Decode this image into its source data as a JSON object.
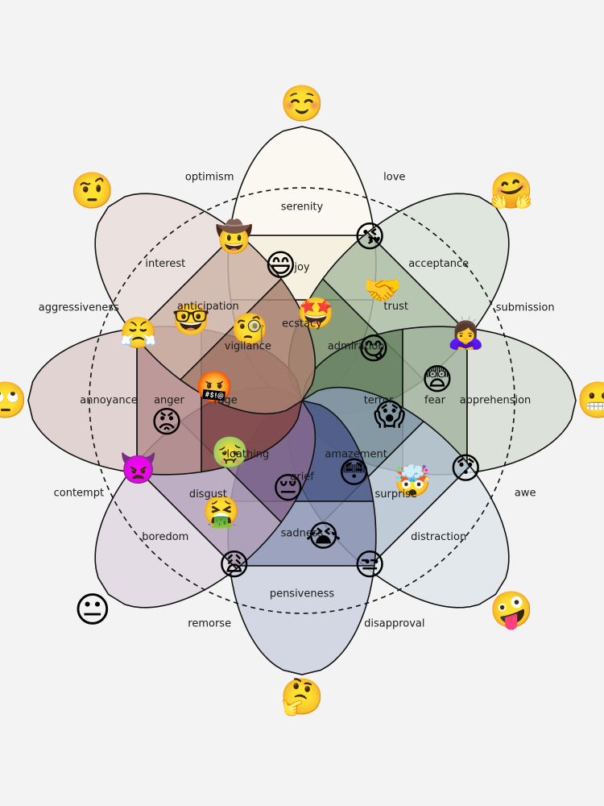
{
  "colors": {
    "background": "#f3f3f3",
    "joy": "#efe6c8",
    "trust": "#7e9a74",
    "fear": "#6f8a6a",
    "surprise": "#8da2b6",
    "sadness": "#4c5b8c",
    "disgust": "#8c6f95",
    "anger": "#8a4a48",
    "anticipation": "#b08776",
    "outline": "#111111"
  },
  "petals": [
    {
      "key": "joy",
      "emoji": "emoji-relieved",
      "labels": {
        "outer": "serenity",
        "mid": "joy",
        "inner": "ecstacy"
      }
    },
    {
      "key": "trust",
      "emoji": "emoji-hugging",
      "labels": {
        "outer": "acceptance",
        "mid": "trust",
        "inner": "admiration"
      }
    },
    {
      "key": "fear",
      "emoji": "emoji-grimacing",
      "labels": {
        "outer": "apprehension",
        "mid": "fear",
        "inner": "terror"
      }
    },
    {
      "key": "surprise",
      "emoji": "emoji-zany",
      "labels": {
        "outer": "distraction",
        "mid": "surprise",
        "inner": "amazement"
      }
    },
    {
      "key": "sadness",
      "emoji": "emoji-thinking",
      "labels": {
        "outer": "pensiveness",
        "mid": "sadness",
        "inner": "grief"
      }
    },
    {
      "key": "disgust",
      "emoji": "emoji-neutral",
      "labels": {
        "outer": "boredom",
        "mid": "disgust",
        "inner": "loathing"
      }
    },
    {
      "key": "anger",
      "emoji": "emoji-rolling-eyes",
      "labels": {
        "outer": "annoyance",
        "mid": "anger",
        "inner": "rage"
      }
    },
    {
      "key": "anticipation",
      "emoji": "emoji-raised-eyebrow",
      "labels": {
        "outer": "interest",
        "mid": "anticipation",
        "inner": "vigilance"
      }
    }
  ],
  "dyads": [
    {
      "label": "love",
      "emoji": "emoji-kissing-heart"
    },
    {
      "label": "submission",
      "emoji": "emoji-bowing-woman"
    },
    {
      "label": "awe",
      "emoji": "emoji-hushed"
    },
    {
      "label": "disapproval",
      "emoji": "emoji-unamused"
    },
    {
      "label": "remorse",
      "emoji": "emoji-weary"
    },
    {
      "label": "contempt",
      "emoji": "emoji-angry-devil"
    },
    {
      "label": "aggressiveness",
      "emoji": "emoji-triumph"
    },
    {
      "label": "optimism",
      "emoji": "emoji-cowboy"
    }
  ],
  "inner_emojis": [
    {
      "name": "emoji-grinning",
      "char": "😄"
    },
    {
      "name": "emoji-star-struck",
      "char": "🤩"
    },
    {
      "name": "emoji-handshake",
      "char": "🤝"
    },
    {
      "name": "emoji-tongue-wink",
      "char": "😋"
    },
    {
      "name": "emoji-anxious",
      "char": "😨"
    },
    {
      "name": "emoji-screaming",
      "char": "😱"
    },
    {
      "name": "emoji-exploding-head",
      "char": "🤯"
    },
    {
      "name": "emoji-flushed",
      "char": "😳"
    },
    {
      "name": "emoji-crying",
      "char": "😭"
    },
    {
      "name": "emoji-pensive",
      "char": "😔"
    },
    {
      "name": "emoji-vomiting",
      "char": "🤮"
    },
    {
      "name": "emoji-nauseated",
      "char": "🤢"
    },
    {
      "name": "emoji-pouting",
      "char": "😡"
    },
    {
      "name": "emoji-cursing",
      "char": "🤬"
    },
    {
      "name": "emoji-nerd",
      "char": "🤓"
    },
    {
      "name": "emoji-monocle",
      "char": "🧐"
    }
  ],
  "emoji_glyphs": {
    "emoji-relieved": "☺️",
    "emoji-hugging": "🤗",
    "emoji-grimacing": "😬",
    "emoji-zany": "🤪",
    "emoji-thinking": "🤔",
    "emoji-neutral": "😐",
    "emoji-rolling-eyes": "🙄",
    "emoji-raised-eyebrow": "🤨",
    "emoji-kissing-heart": "😘",
    "emoji-bowing-woman": "🙇‍♀️",
    "emoji-hushed": "😯",
    "emoji-unamused": "😒",
    "emoji-weary": "😩",
    "emoji-angry-devil": "👿",
    "emoji-triumph": "😤",
    "emoji-cowboy": "🤠"
  }
}
